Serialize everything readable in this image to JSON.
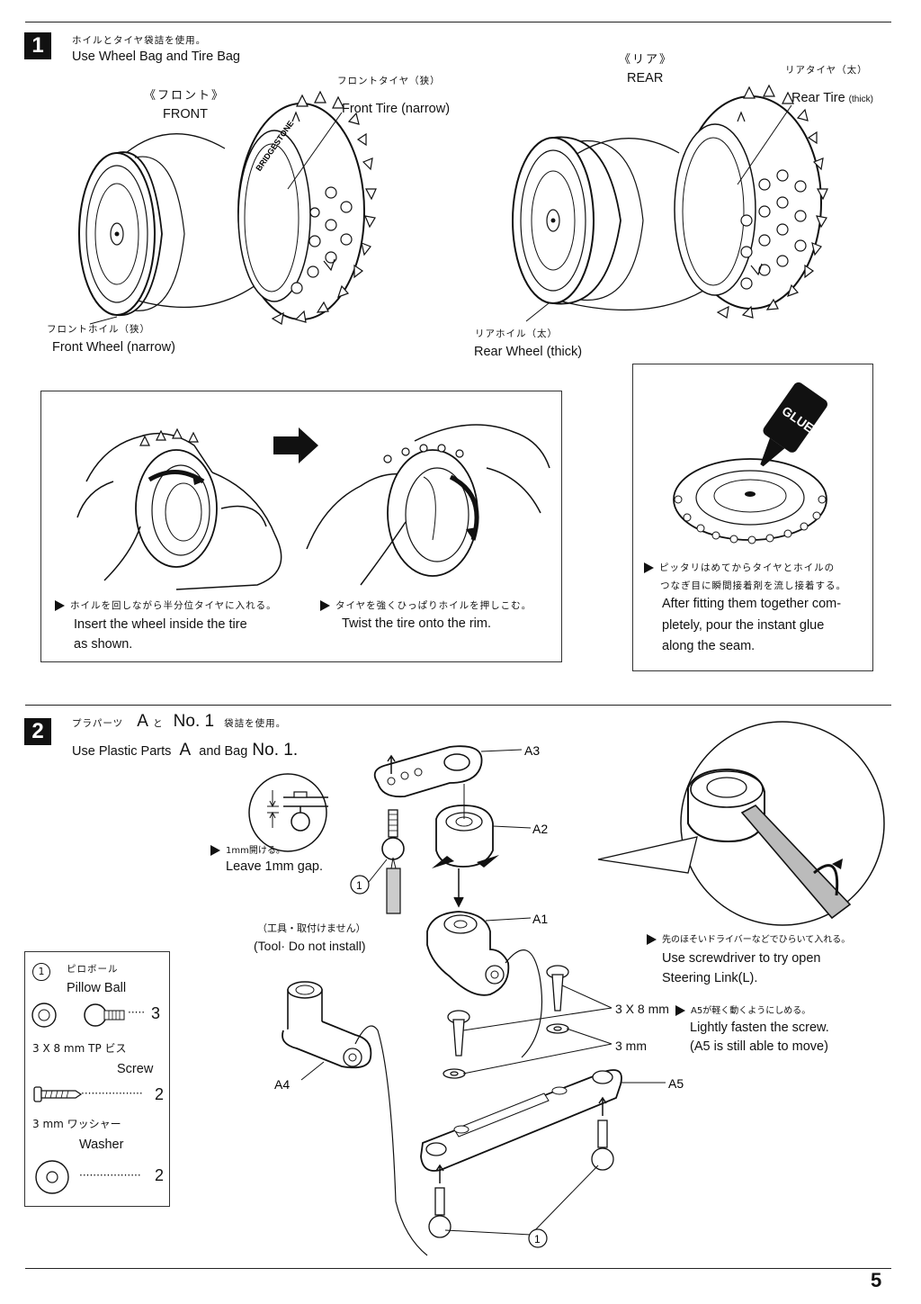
{
  "page_number": "5",
  "step1": {
    "number": "1",
    "jp": "ホイルとタイヤ袋詰を使用。",
    "en": "Use Wheel Bag and Tire Bag",
    "front": {
      "jp": "《フロント》",
      "en": "FRONT",
      "tire_jp": "フロントタイヤ（狭）",
      "tire_en": "Front Tire (narrow)",
      "wheel_jp": "フロントホイル（狭）",
      "wheel_en": "Front Wheel (narrow)"
    },
    "rear": {
      "jp": "《リア》",
      "en": "REAR",
      "tire_jp": "リアタイヤ（太）",
      "tire_en": "Rear Tire",
      "tire_en_small": "(thick)",
      "wheel_jp": "リアホイル（太）",
      "wheel_en": "Rear Wheel (thick)"
    },
    "tire_brand": "BRIDGESTONE",
    "fit": {
      "insert_jp": "ホイルを回しながら半分位タイヤに入れる。",
      "insert_en_1": "Insert the wheel inside the tire",
      "insert_en_2": "as shown.",
      "twist_jp": "タイヤを強くひっぱりホイルを押しこむ。",
      "twist_en": "Twist the tire onto the rim."
    },
    "glue": {
      "bottle_label": "GLUE",
      "jp_1": "ピッタリはめてからタイヤとホイルの",
      "jp_2": "つなぎ目に瞬間接着剤を流し接着する。",
      "en_1": "After fitting them together com-",
      "en_2": "pletely,  pour the instant glue",
      "en_3": "along the seam."
    }
  },
  "step2": {
    "number": "2",
    "jp_1": "プラパーツ",
    "jp_a": "A",
    "jp_2": "と",
    "jp_no": "No. 1",
    "jp_3": "袋詰を使用。",
    "en_1": "Use Plastic Parts",
    "en_a": "A",
    "en_2": "and Bag",
    "en_no": "No. 1.",
    "gap_jp": "1mm開ける。",
    "gap_en": "Leave 1mm gap.",
    "tool_jp": "（工具・取付けません）",
    "tool_en": "(Tool· Do not install)",
    "screwdriver_jp": "先のほそいドライバーなどでひらいて入れる。",
    "screwdriver_en_1": "Use screwdriver to try open",
    "screwdriver_en_2": "Steering Link(L).",
    "screw_label": "3 X 8 mm",
    "washer_label": "3 mm",
    "fasten_jp": "A5が軽く動くようにしめる。",
    "fasten_en_1": "Lightly fasten the screw.",
    "fasten_en_2": "(A5 is still able to move)",
    "parts": {
      "a1": "A1",
      "a2": "A2",
      "a3": "A3",
      "a4": "A4",
      "a5": "A5",
      "callout": "1"
    },
    "parts_list": [
      {
        "num": "1",
        "jp": "ピロボール",
        "en": "Pillow Ball",
        "qty": "3",
        "dots": "·····"
      },
      {
        "num": "",
        "jp": "3 X 8 mm TP ビス",
        "en": "Screw",
        "qty": "2",
        "dots": "··················"
      },
      {
        "num": "",
        "jp": "3 mm ワッシャー",
        "en": "Washer",
        "qty": "2",
        "dots": "··················"
      }
    ]
  }
}
